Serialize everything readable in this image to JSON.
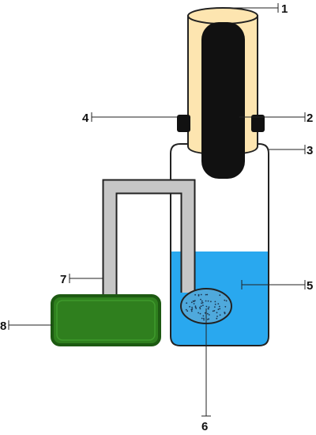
{
  "labels": {
    "l1": "1",
    "l2": "2",
    "l3": "3",
    "l4": "4",
    "l5": "5",
    "l6": "6",
    "l7": "7",
    "l8": "8"
  },
  "colors": {
    "lamp_jacket": "#fde5b0",
    "lamp": "#111111",
    "clamp": "#111111",
    "tube": "#c6c6c6",
    "liquid": "#29a8ef",
    "sparger": "#4fa9dc",
    "pump": "#2f7f1e",
    "outline": "#222222"
  }
}
